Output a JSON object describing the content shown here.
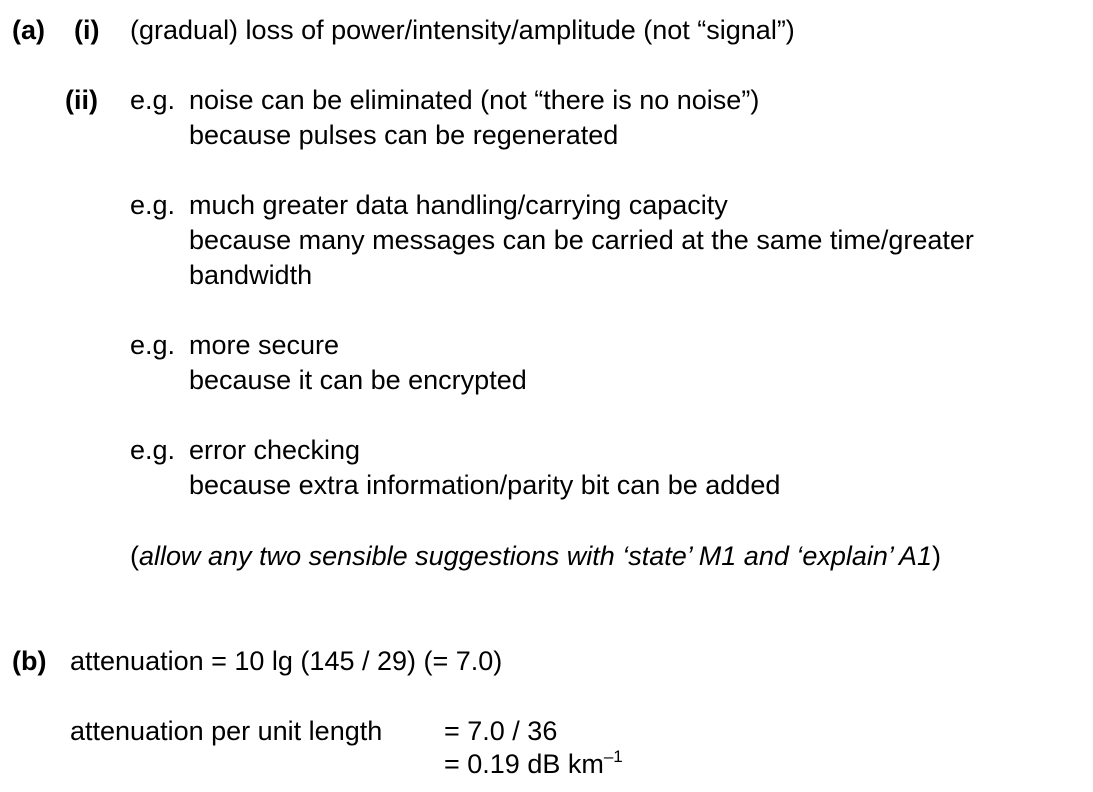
{
  "part_a": {
    "label": "(a)",
    "sub_i": {
      "label": "(i)",
      "text": "(gradual) loss of power/intensity/amplitude (not “signal”)"
    },
    "sub_ii": {
      "label": "(ii)",
      "items": [
        {
          "lead": "e.g.",
          "state": "noise can be eliminated (not “there is no noise”)",
          "explain": [
            "because pulses can be regenerated"
          ]
        },
        {
          "lead": "e.g.",
          "state": "much greater data handling/carrying capacity",
          "explain": [
            "because many messages can be carried at the same time/greater",
            "bandwidth"
          ]
        },
        {
          "lead": "e.g.",
          "state": "more secure",
          "explain": [
            "because it can be encrypted"
          ]
        },
        {
          "lead": "e.g.",
          "state": "error checking",
          "explain": [
            "because extra information/parity bit can be added"
          ]
        }
      ],
      "note": {
        "open": "(",
        "text": "allow any two sensible suggestions with ‘state’ M1 and ‘explain’ A1",
        "close": ")"
      }
    }
  },
  "part_b": {
    "label": "(b)",
    "line1": "attenuation = 10 lg (145 / 29) (= 7.0)",
    "line2_label": "attenuation per unit length",
    "line2_value": "= 7.0 / 36",
    "line3_value": "= 0.19 dB km",
    "line3_exp": "–1"
  }
}
